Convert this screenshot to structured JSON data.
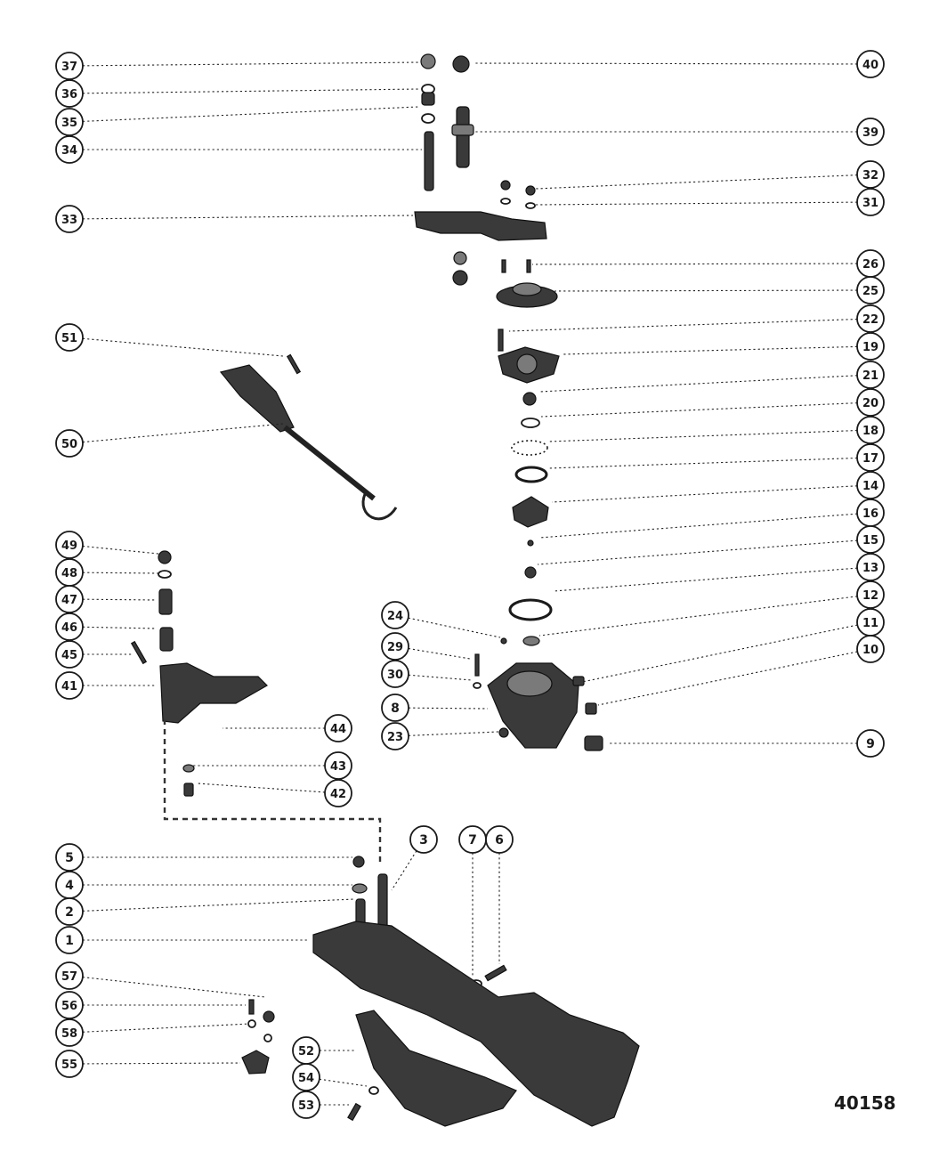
{
  "diagram": {
    "code": "40158",
    "callouts": [
      "37",
      "40",
      "36",
      "35",
      "34",
      "39",
      "32",
      "31",
      "33",
      "26",
      "25",
      "22",
      "19",
      "21",
      "20",
      "18",
      "17",
      "14",
      "16",
      "15",
      "13",
      "12",
      "11",
      "10",
      "9",
      "51",
      "50",
      "24",
      "29",
      "30",
      "8",
      "23",
      "49",
      "48",
      "47",
      "46",
      "45",
      "41",
      "44",
      "43",
      "42",
      "5",
      "4",
      "2",
      "3",
      "7",
      "6",
      "1",
      "57",
      "56",
      "58",
      "55",
      "52",
      "54",
      "53"
    ]
  }
}
